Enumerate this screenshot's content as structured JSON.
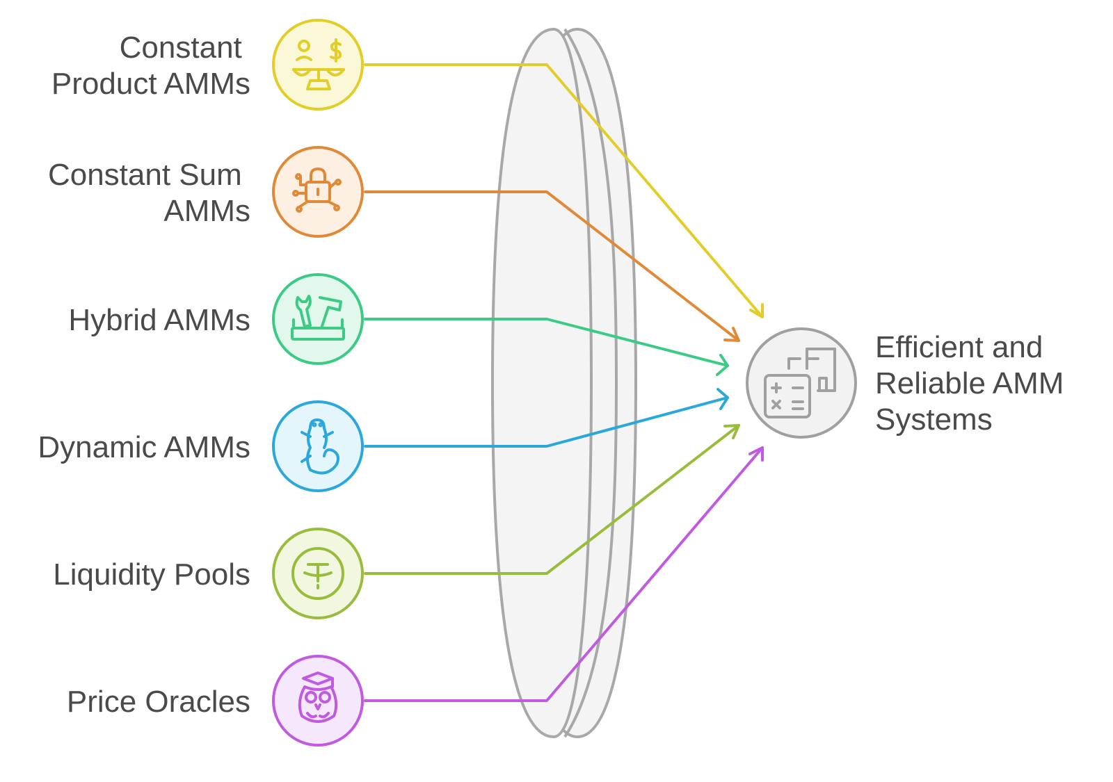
{
  "inputs": [
    {
      "id": "constant-product",
      "lines": [
        "Constant",
        "Product AMMs"
      ],
      "icon": "scale-balance-icon",
      "color": "#e3cd29",
      "fill": "#fbf8d8"
    },
    {
      "id": "constant-sum",
      "lines": [
        "Constant Sum",
        "AMMs"
      ],
      "icon": "circuit-lock-icon",
      "color": "#e08a37",
      "fill": "#fdf0e2"
    },
    {
      "id": "hybrid",
      "lines": [
        "Hybrid AMMs"
      ],
      "icon": "tools-box-icon",
      "color": "#3ccb84",
      "fill": "#e3f8ec"
    },
    {
      "id": "dynamic",
      "lines": [
        "Dynamic AMMs"
      ],
      "icon": "lizard-icon",
      "color": "#2aa8dc",
      "fill": "#e4f5fc"
    },
    {
      "id": "liquidity-pools",
      "lines": [
        "Liquidity Pools"
      ],
      "icon": "tether-coin-icon",
      "color": "#98bd3c",
      "fill": "#f1f8df"
    },
    {
      "id": "price-oracles",
      "lines": [
        "Price Oracles"
      ],
      "icon": "owl-graduate-icon",
      "color": "#c05ae0",
      "fill": "#f6e8fc"
    }
  ],
  "output": {
    "lines": [
      "Efficient and",
      "Reliable AMM",
      "Systems"
    ],
    "icon": "calculator-building-icon",
    "color": "#a0a0a0",
    "fill": "#f2f2f2"
  },
  "lens": {
    "stroke": "#a8a8a8",
    "fill": "#f4f4f4"
  }
}
